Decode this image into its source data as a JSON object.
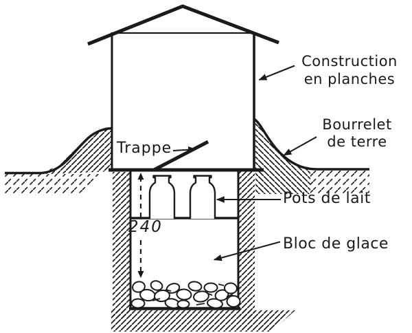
{
  "labels": {
    "construction_line1": "Construction",
    "construction_line2": "en planches",
    "bourrelet_line1": "Bourrelet",
    "bourrelet_line2": "de terre",
    "trappe": "Trappe",
    "pots": "Pots de lait",
    "bloc": "Bloc de glace",
    "depth": "240"
  },
  "colors": {
    "ink": "#1a1a1a",
    "paper": "#ffffff"
  }
}
